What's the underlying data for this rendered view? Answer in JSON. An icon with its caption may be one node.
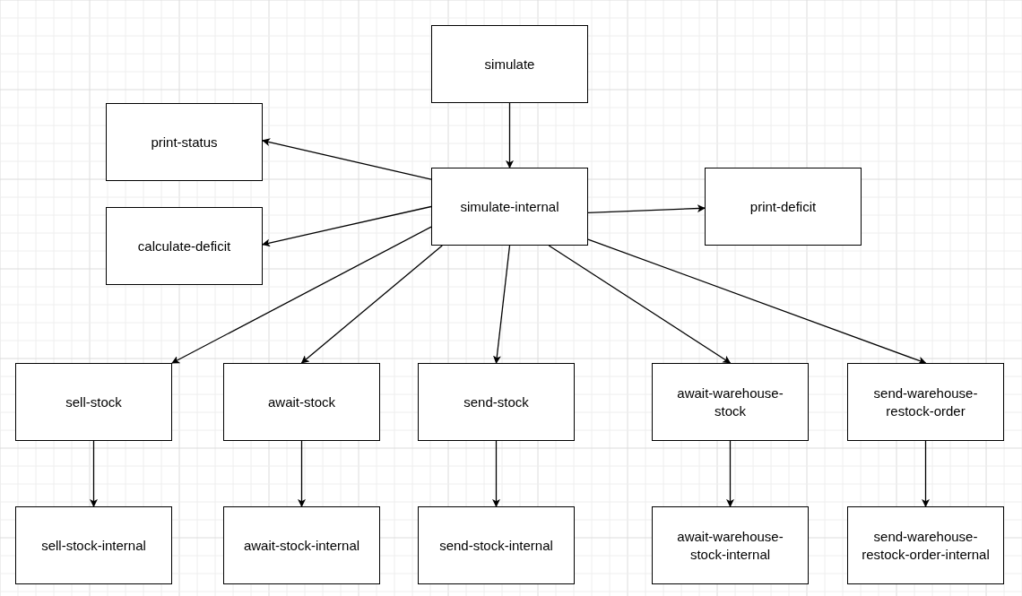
{
  "diagram": {
    "nodes": [
      {
        "text": [
          "simulate"
        ]
      },
      {
        "text": [
          "print-status"
        ]
      },
      {
        "text": [
          "simulate-internal"
        ]
      },
      {
        "text": [
          "print-deficit"
        ]
      },
      {
        "text": [
          "calculate-deficit"
        ]
      },
      {
        "text": [
          "sell-stock"
        ]
      },
      {
        "text": [
          "await-stock"
        ]
      },
      {
        "text": [
          "send-stock"
        ]
      },
      {
        "text": [
          "await-warehouse-stock"
        ]
      },
      {
        "text": [
          "send-warehouse-restock-order"
        ]
      },
      {
        "text": [
          "sell-stock-internal"
        ]
      },
      {
        "text": [
          "await-stock-internal"
        ]
      },
      {
        "text": [
          "send-stock-internal"
        ]
      },
      {
        "text": [
          "await-warehouse-stock-internal"
        ]
      },
      {
        "text": [
          "send-warehouse-restock-order-internal"
        ]
      }
    ],
    "edges": [
      {
        "from": 0,
        "to": 2,
        "arrow": "to"
      },
      {
        "from": 2,
        "to": 1,
        "arrow": "to"
      },
      {
        "from": 2,
        "to": 4,
        "arrow": "to"
      },
      {
        "from": 2,
        "to": 3,
        "arrow": "to"
      },
      {
        "from": 2,
        "to": 5,
        "arrow": "to"
      },
      {
        "from": 2,
        "to": 6,
        "arrow": "to"
      },
      {
        "from": 2,
        "to": 7,
        "arrow": "to"
      },
      {
        "from": 2,
        "to": 8,
        "arrow": "to"
      },
      {
        "from": 2,
        "to": 9,
        "arrow": "to"
      },
      {
        "from": 5,
        "to": 10,
        "arrow": "to"
      },
      {
        "from": 6,
        "to": 11,
        "arrow": "to"
      },
      {
        "from": 7,
        "to": 12,
        "arrow": "to"
      },
      {
        "from": 8,
        "to": 13,
        "arrow": "to"
      },
      {
        "from": 9,
        "to": 14,
        "arrow": "to"
      }
    ]
  }
}
